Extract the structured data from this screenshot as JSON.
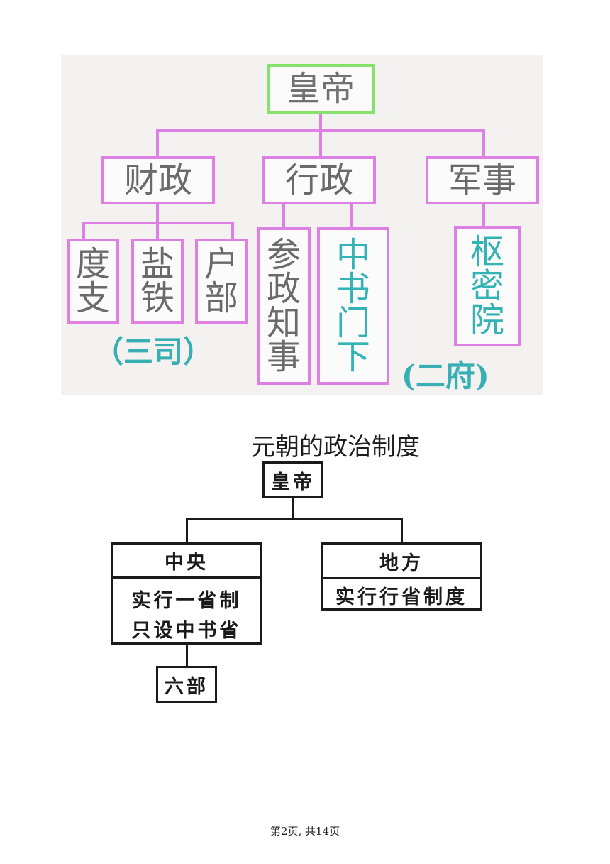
{
  "song_chart": {
    "emperor": "皇帝",
    "branches": {
      "finance": "财政",
      "admin": "行政",
      "military": "军事"
    },
    "finance_units": [
      {
        "top": "度",
        "bottom": "支"
      },
      {
        "top": "盐",
        "bottom": "铁"
      },
      {
        "top": "户",
        "bottom": "部"
      }
    ],
    "three_si_label": "（三司）",
    "admin_units": {
      "canzheng": [
        "参",
        "政",
        "知",
        "事"
      ],
      "zhongshu": [
        "中",
        "书",
        "门",
        "下"
      ]
    },
    "military_unit": [
      "枢",
      "密",
      "院"
    ],
    "two_fu_label": "(二府)",
    "colors": {
      "pink": "#dd7fe3",
      "green": "#86e06c",
      "teal": "#34b3b6"
    }
  },
  "yuan_chart": {
    "title": "元朝的政治制度",
    "emperor": "皇帝",
    "central": {
      "header": "中央",
      "lines": [
        "实行一省制",
        "只设中书省"
      ]
    },
    "local": {
      "header": "地方",
      "line": "实行行省制度"
    },
    "six_ministries": "六部"
  },
  "footer": "第2页, 共14页"
}
